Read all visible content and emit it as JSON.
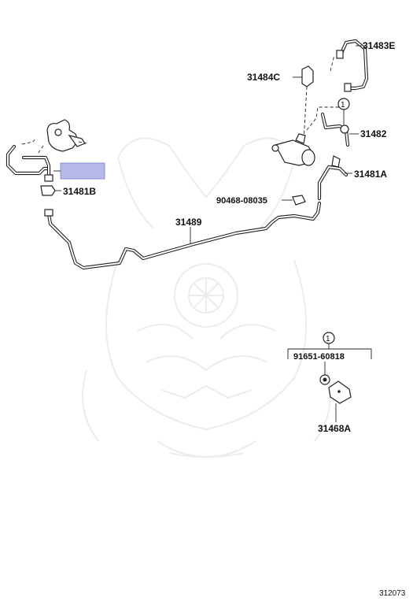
{
  "diagram_ref": "312073",
  "parts": [
    {
      "id": "p31483e",
      "number": "31483E"
    },
    {
      "id": "p31484c",
      "number": "31484C"
    },
    {
      "id": "p31482",
      "number": "31482"
    },
    {
      "id": "p31481a",
      "number": "31481A"
    },
    {
      "id": "p31481b",
      "number": "31481B"
    },
    {
      "id": "p90468",
      "number": "90468-08035"
    },
    {
      "id": "p31489",
      "number": "31489"
    },
    {
      "id": "p91651",
      "number": "91651-60818"
    },
    {
      "id": "p31468a",
      "number": "31468A"
    }
  ],
  "callouts": [
    "1",
    "1"
  ],
  "highlight": {
    "color": "#b5b9e8"
  }
}
